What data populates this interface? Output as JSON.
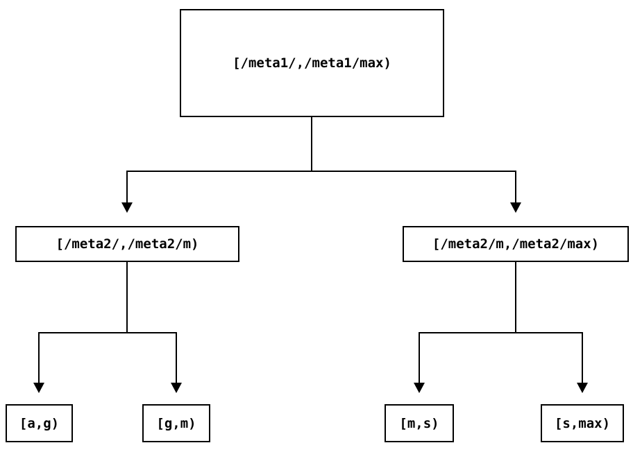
{
  "diagram": {
    "type": "binary-interval-tree",
    "background_color": "#ffffff",
    "line_color": "#000000",
    "nodes": {
      "root": {
        "label": "[/meta1/,/meta1/max)"
      },
      "mid_left": {
        "label": "[/meta2/,/meta2/m)"
      },
      "mid_right": {
        "label": "[/meta2/m,/meta2/max)"
      },
      "leaf_ag": {
        "label": "[a,g)"
      },
      "leaf_gm": {
        "label": "[g,m)"
      },
      "leaf_ms": {
        "label": "[m,s)"
      },
      "leaf_smax": {
        "label": "[s,max)"
      }
    },
    "edges": [
      {
        "from": "root",
        "to": "mid_left"
      },
      {
        "from": "root",
        "to": "mid_right"
      },
      {
        "from": "mid_left",
        "to": "leaf_ag"
      },
      {
        "from": "mid_left",
        "to": "leaf_gm"
      },
      {
        "from": "mid_right",
        "to": "leaf_ms"
      },
      {
        "from": "mid_right",
        "to": "leaf_smax"
      }
    ]
  }
}
